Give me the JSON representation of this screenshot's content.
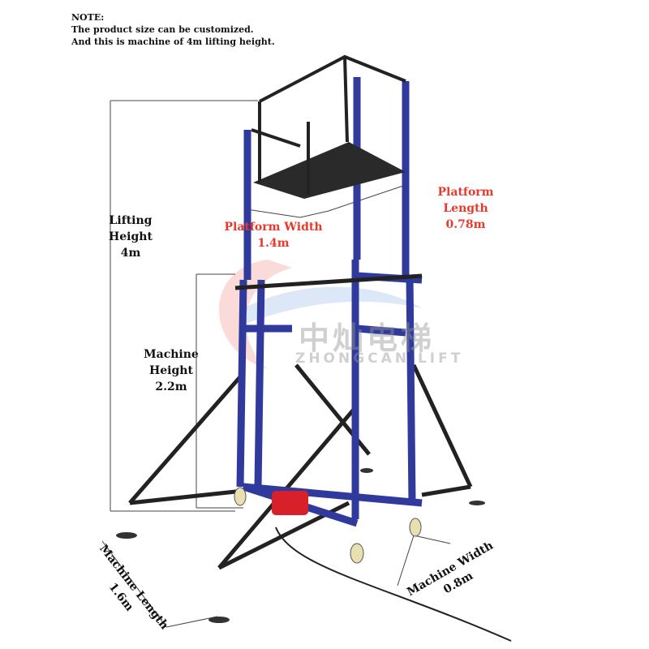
{
  "note": {
    "heading": "NOTE:",
    "line1": "The product size can be customized.",
    "line2": "And this is machine of 4m lifting height."
  },
  "dimensions": {
    "lifting_height": {
      "line1": "Lifting",
      "line2": "Height",
      "value": "4m"
    },
    "machine_height": {
      "line1": "Machine",
      "line2": "Height",
      "value": "2.2m"
    },
    "platform_width": {
      "label": "Platform Width",
      "value": "1.4m"
    },
    "platform_length": {
      "label": "Platform Length",
      "value": "0.78m"
    },
    "machine_length": {
      "label": "Machine Length",
      "value": "1.6m"
    },
    "machine_width": {
      "label": "Machine Width",
      "value": "0.8m"
    }
  },
  "watermark": {
    "chinese": "中灿电梯",
    "english": "ZHONGCAN LIFT"
  },
  "colors": {
    "frame": "#2f3a9c",
    "annotation_red": "#e8392c",
    "motor": "#d8202a"
  }
}
